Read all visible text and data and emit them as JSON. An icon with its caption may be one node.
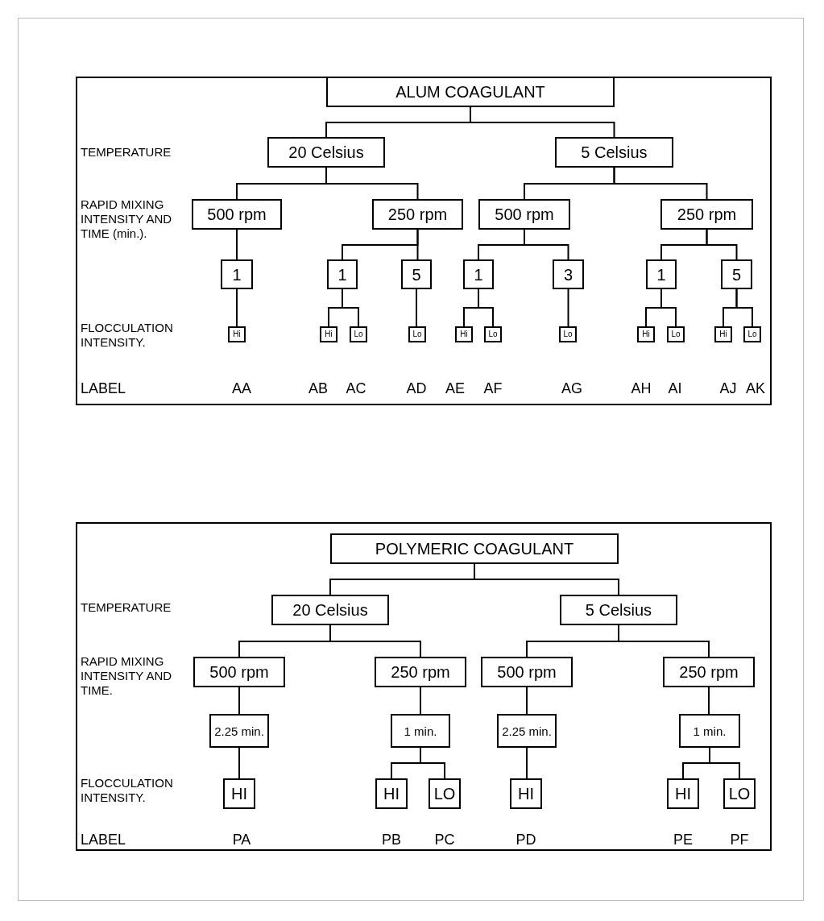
{
  "diagram": {
    "nodes": [
      {
        "text": [],
        "shape": "box"
      },
      {
        "text": [
          "ALUM COAGULANT"
        ],
        "in": 0
      },
      {
        "text": [
          "20 Celsius"
        ],
        "in": 0
      },
      {
        "text": [
          "5 Celsius"
        ],
        "in": 0
      },
      {
        "text": [
          "500 rpm"
        ],
        "in": 0
      },
      {
        "text": [
          "250 rpm"
        ],
        "in": 0
      },
      {
        "text": [
          "500 rpm"
        ],
        "in": 0
      },
      {
        "text": [
          "250 rpm"
        ],
        "in": 0
      },
      {
        "text": [
          "1"
        ],
        "in": 0
      },
      {
        "text": [
          "1"
        ],
        "in": 0
      },
      {
        "text": [
          "5"
        ],
        "in": 0
      },
      {
        "text": [
          "1"
        ],
        "in": 0
      },
      {
        "text": [
          "3"
        ],
        "in": 0
      },
      {
        "text": [
          "1"
        ],
        "in": 0
      },
      {
        "text": [
          "5"
        ],
        "in": 0
      },
      {
        "text": [
          "Hi"
        ],
        "in": 0
      },
      {
        "text": [
          "Hi"
        ],
        "in": 0
      },
      {
        "text": [
          "Lo"
        ],
        "in": 0
      },
      {
        "text": [
          "Lo"
        ],
        "in": 0
      },
      {
        "text": [
          "Hi"
        ],
        "in": 0
      },
      {
        "text": [
          "Lo"
        ],
        "in": 0
      },
      {
        "text": [
          "Lo"
        ],
        "in": 0
      },
      {
        "text": [
          "Hi"
        ],
        "in": 0
      },
      {
        "text": [
          "Lo"
        ],
        "in": 0
      },
      {
        "text": [
          "Hi"
        ],
        "in": 0
      },
      {
        "text": [
          "Lo"
        ],
        "in": 0
      },
      {
        "text": [],
        "shape": "box"
      },
      {
        "text": [
          "POLYMERIC COAGULANT"
        ],
        "in": 26
      },
      {
        "text": [
          "20 Celsius"
        ],
        "in": 26
      },
      {
        "text": [
          "5 Celsius"
        ],
        "in": 26
      },
      {
        "text": [
          "500 rpm"
        ],
        "in": 26
      },
      {
        "text": [
          "250 rpm"
        ],
        "in": 26
      },
      {
        "text": [
          "500 rpm"
        ],
        "in": 26
      },
      {
        "text": [
          "250 rpm"
        ],
        "in": 26
      },
      {
        "text": [
          "2.25 min."
        ],
        "in": 26
      },
      {
        "text": [
          "1 min."
        ],
        "in": 26
      },
      {
        "text": [
          "2.25 min."
        ],
        "in": 26
      },
      {
        "text": [
          "1 min."
        ],
        "in": 26
      },
      {
        "text": [
          "HI"
        ],
        "in": 26
      },
      {
        "text": [
          "HI"
        ],
        "in": 26
      },
      {
        "text": [
          "LO"
        ],
        "in": 26
      },
      {
        "text": [
          "HI"
        ],
        "in": 26
      },
      {
        "text": [
          "HI"
        ],
        "in": 26
      },
      {
        "text": [
          "LO"
        ],
        "in": 26
      }
    ],
    "edges": [
      {
        "from": 1,
        "to": 2,
        "arrow": "none"
      },
      {
        "from": 1,
        "to": 3,
        "arrow": "none"
      },
      {
        "from": 2,
        "to": 4,
        "arrow": "none"
      },
      {
        "from": 2,
        "to": 5,
        "arrow": "none"
      },
      {
        "from": 3,
        "to": 6,
        "arrow": "none"
      },
      {
        "from": 3,
        "to": 7,
        "arrow": "none"
      },
      {
        "from": 4,
        "to": 8,
        "arrow": "none"
      },
      {
        "from": 5,
        "to": 9,
        "arrow": "none"
      },
      {
        "from": 5,
        "to": 10,
        "arrow": "none"
      },
      {
        "from": 6,
        "to": 11,
        "arrow": "none"
      },
      {
        "from": 6,
        "to": 12,
        "arrow": "none"
      },
      {
        "from": 7,
        "to": 13,
        "arrow": "none"
      },
      {
        "from": 7,
        "to": 14,
        "arrow": "none"
      },
      {
        "from": 8,
        "to": 15,
        "arrow": "none"
      },
      {
        "from": 9,
        "to": 16,
        "arrow": "none"
      },
      {
        "from": 9,
        "to": 17,
        "arrow": "none"
      },
      {
        "from": 10,
        "to": 18,
        "arrow": "none"
      },
      {
        "from": 11,
        "to": 19,
        "arrow": "none"
      },
      {
        "from": 11,
        "to": 20,
        "arrow": "none"
      },
      {
        "from": 12,
        "to": 21,
        "arrow": "none"
      },
      {
        "from": 13,
        "to": 22,
        "arrow": "none"
      },
      {
        "from": 13,
        "to": 23,
        "arrow": "none"
      },
      {
        "from": 14,
        "to": 24,
        "arrow": "none"
      },
      {
        "from": 14,
        "to": 25,
        "arrow": "none"
      },
      {
        "from": 27,
        "to": 28,
        "arrow": "none"
      },
      {
        "from": 27,
        "to": 29,
        "arrow": "none"
      },
      {
        "from": 28,
        "to": 30,
        "arrow": "none"
      },
      {
        "from": 28,
        "to": 31,
        "arrow": "none"
      },
      {
        "from": 29,
        "to": 32,
        "arrow": "none"
      },
      {
        "from": 29,
        "to": 33,
        "arrow": "none"
      },
      {
        "from": 30,
        "to": 34,
        "arrow": "none"
      },
      {
        "from": 31,
        "to": 35,
        "arrow": "none"
      },
      {
        "from": 32,
        "to": 36,
        "arrow": "none"
      },
      {
        "from": 33,
        "to": 37,
        "arrow": "none"
      },
      {
        "from": 34,
        "to": 38,
        "arrow": "none"
      },
      {
        "from": 35,
        "to": 39,
        "arrow": "none"
      },
      {
        "from": 35,
        "to": 40,
        "arrow": "none"
      },
      {
        "from": 36,
        "to": 41,
        "arrow": "none"
      },
      {
        "from": 37,
        "to": 42,
        "arrow": "none"
      },
      {
        "from": 37,
        "to": 43,
        "arrow": "none"
      }
    ],
    "labels": [
      "TEMPERATURE",
      "RAPID MIXING INTENSITY AND TIME (min.).",
      "FLOCCULATION INTENSITY.",
      "LABEL",
      "AA",
      "AB",
      "AC",
      "AD",
      "AE",
      "AF",
      "AG",
      "AH",
      "AI",
      "AJ",
      "AK",
      "TEMPERATURE",
      "RAPID MIXING INTENSITY AND TIME.",
      "FLOCCULATION INTENSITY.",
      "LABEL",
      "PA",
      "PB",
      "PC",
      "PD",
      "PE",
      "PF"
    ]
  }
}
